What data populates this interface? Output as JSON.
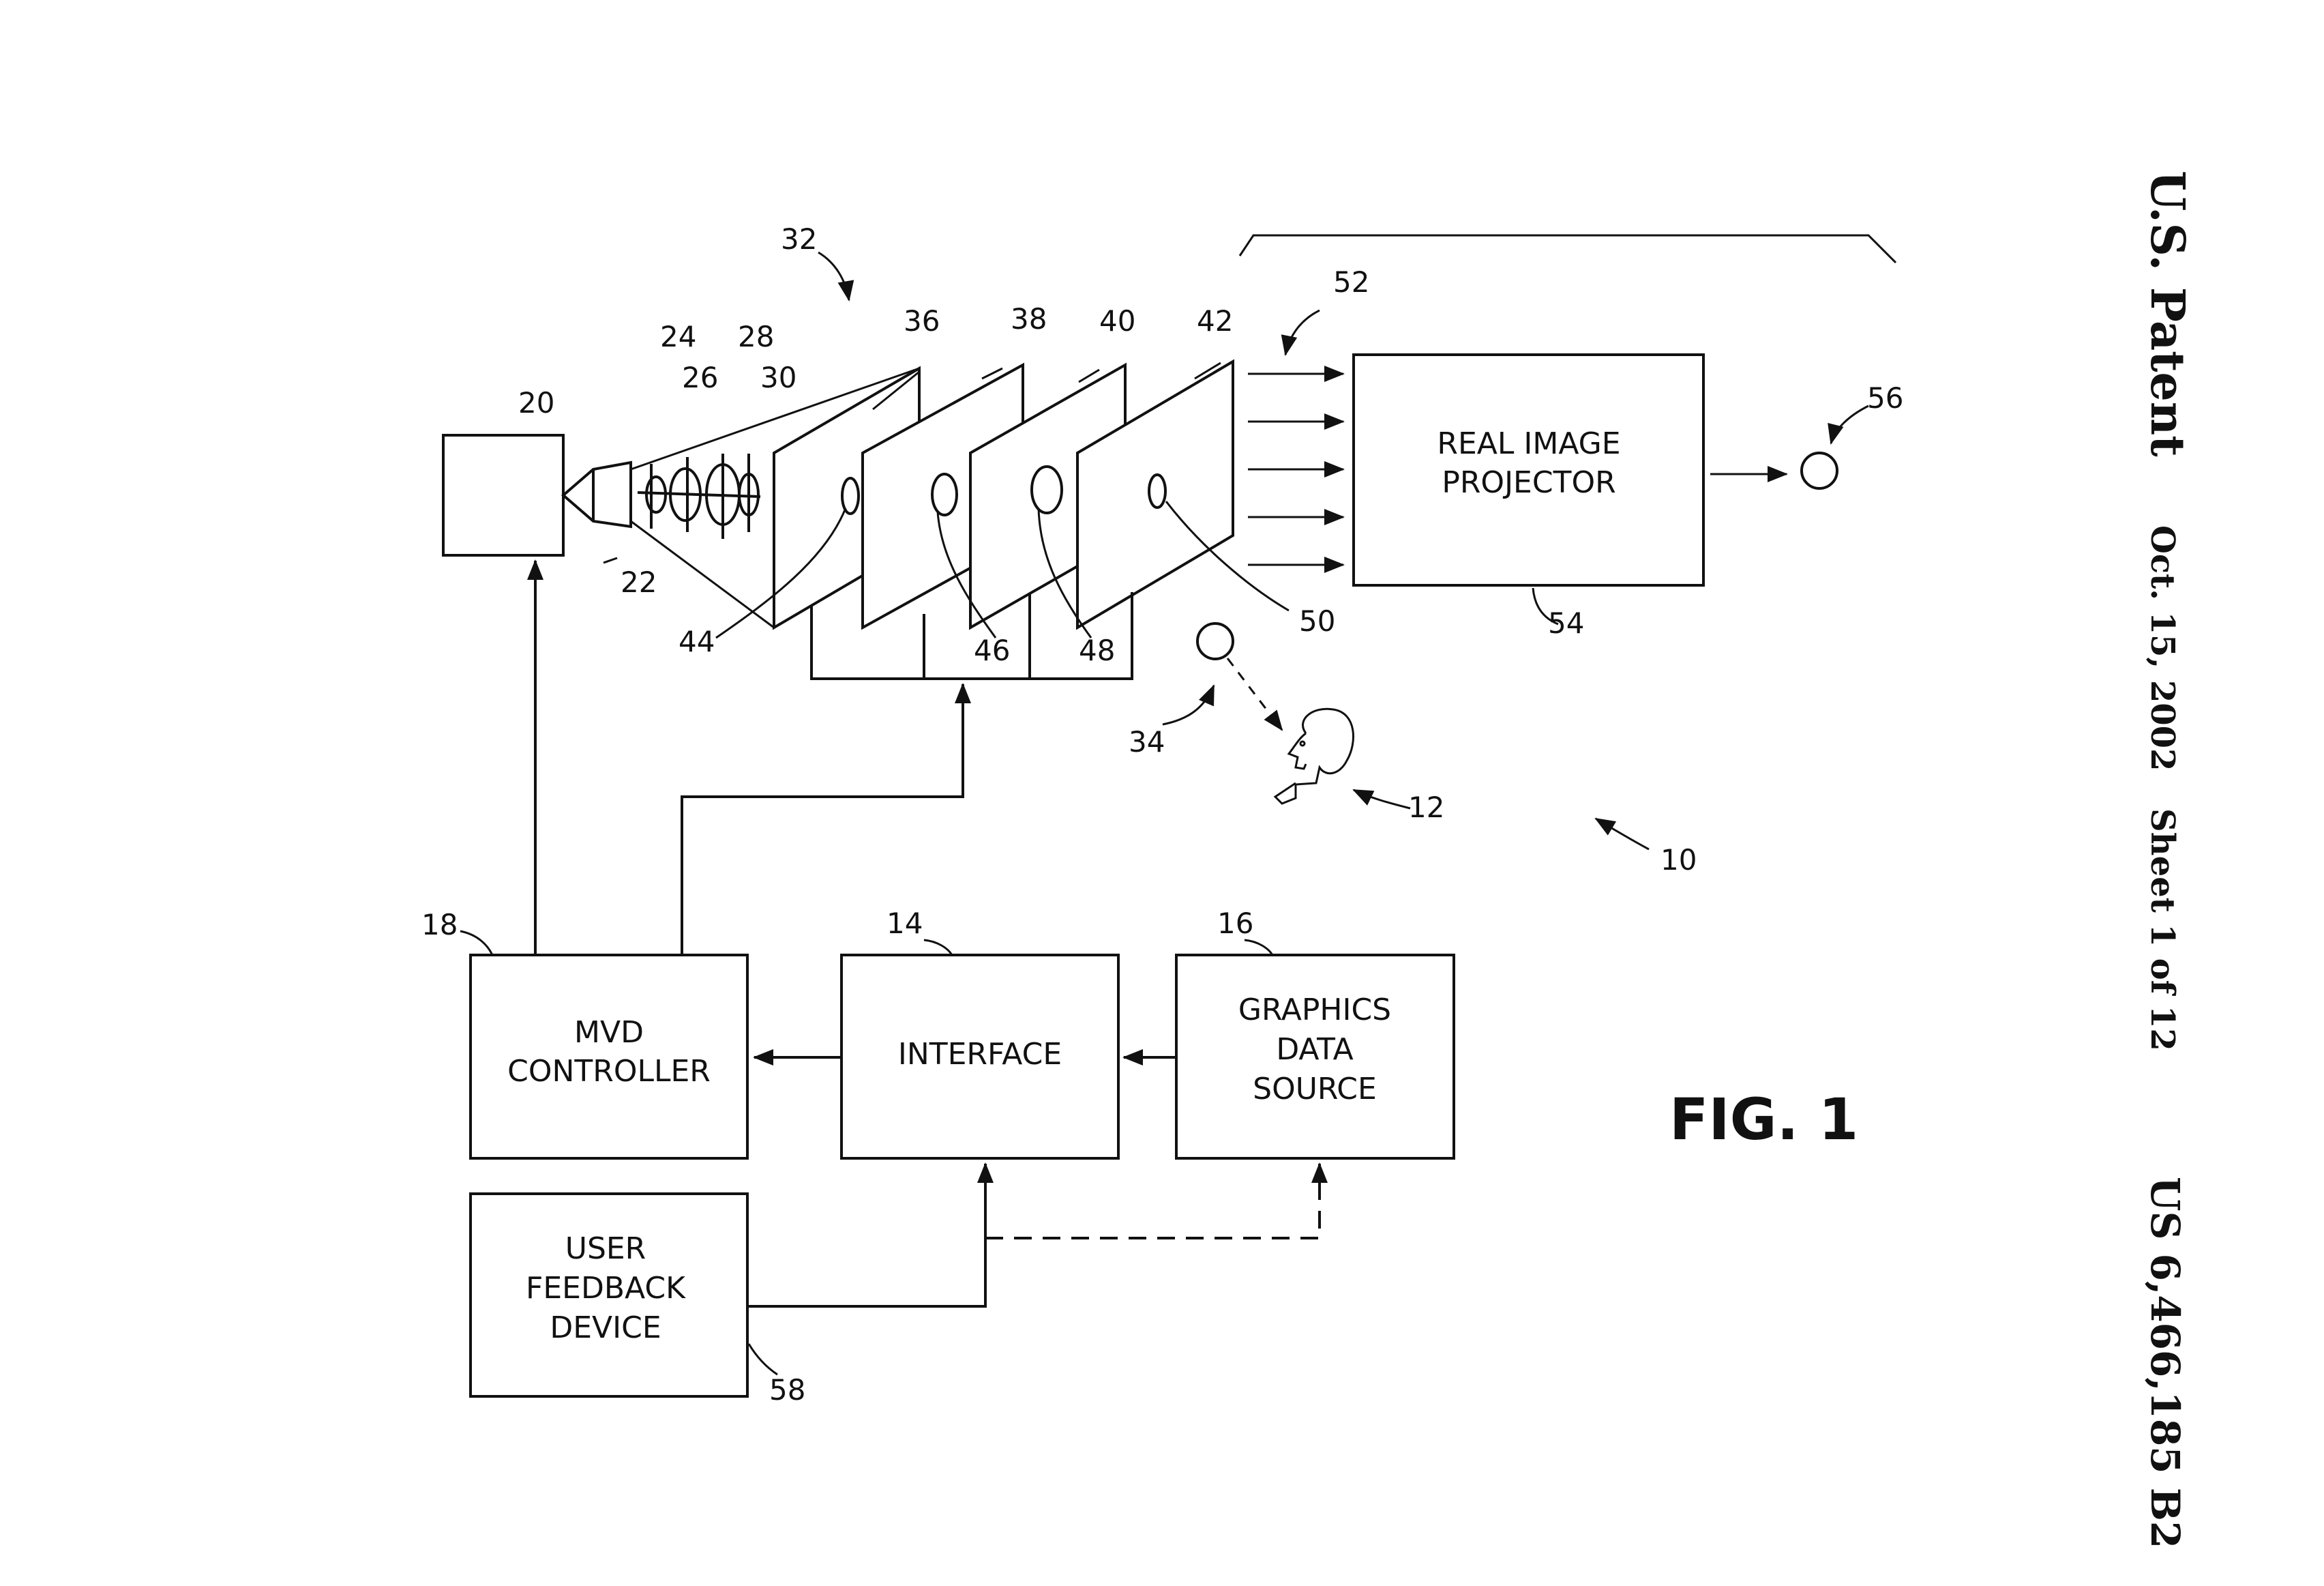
{
  "header": {
    "patent": "U.S. Patent",
    "date": "Oct. 15, 2002",
    "sheet": "Sheet 1 of 12",
    "number": "US 6,466,185 B2"
  },
  "figure_label": "FIG. 1",
  "boxes": {
    "real_image_projector": [
      "REAL IMAGE",
      "PROJECTOR"
    ],
    "mvd_controller": [
      "MVD",
      "CONTROLLER"
    ],
    "interface": [
      "INTERFACE"
    ],
    "graphics_data_source": [
      "GRAPHICS",
      "DATA",
      "SOURCE"
    ],
    "user_feedback_device": [
      "USER",
      "FEEDBACK",
      "DEVICE"
    ]
  },
  "refs": {
    "r10": "10",
    "r12": "12",
    "r14": "14",
    "r16": "16",
    "r18": "18",
    "r20": "20",
    "r22": "22",
    "r24": "24",
    "r26": "26",
    "r28": "28",
    "r30": "30",
    "r32": "32",
    "r34": "34",
    "r36": "36",
    "r38": "38",
    "r40": "40",
    "r42": "42",
    "r44": "44",
    "r46": "46",
    "r48": "48",
    "r50": "50",
    "r52": "52",
    "r54": "54",
    "r56": "56",
    "r58": "58"
  }
}
